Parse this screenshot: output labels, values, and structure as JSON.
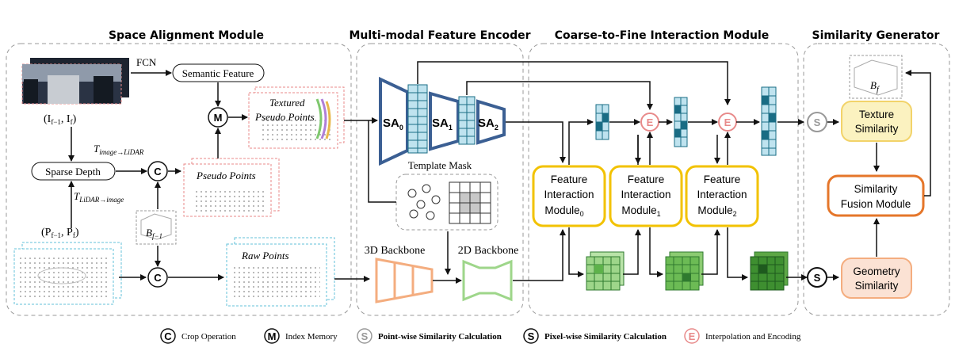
{
  "sections": {
    "space_alignment": "Space Alignment Module",
    "feature_encoder": "Multi-modal Feature Encoder",
    "interaction": "Coarse-to-Fine Interaction Module",
    "similarity": "Similarity Generator"
  },
  "space": {
    "fcn": "FCN",
    "semantic_feature": "Semantic Feature",
    "textured_line1": "Textured",
    "textured_line2": "Pseudo Points",
    "image_pair": "(I",
    "t_img_lidar": "T",
    "t_img_lidar_sub": "image→LiDAR",
    "t_lidar_img": "T",
    "t_lidar_img_sub": "LiDAR→image",
    "sparse_depth": "Sparse Depth",
    "pseudo_points": "Pseudo Points",
    "point_pair": "(P",
    "bf1": "B",
    "bf1_sub": "f−1",
    "raw_points": "Raw Points",
    "c": "C",
    "m": "M"
  },
  "encoder": {
    "sa0": "SA",
    "sa0_sub": "0",
    "sa1": "SA",
    "sa1_sub": "1",
    "sa2": "SA",
    "sa2_sub": "2",
    "template_mask": "Template Mask",
    "backbone3d": "3D Backbone",
    "backbone2d": "2D Backbone"
  },
  "interaction": {
    "fim_line1": "Feature",
    "fim_line2": "Interaction",
    "fim_line3": "Module",
    "fim_subs": [
      "0",
      "1",
      "2"
    ],
    "e": "E"
  },
  "similarity": {
    "bf": "B",
    "bf_sub": "f",
    "texture1": "Texture",
    "texture2": "Similarity",
    "fusion1": "Similarity",
    "fusion2": "Fusion Module",
    "geometry1": "Geometry",
    "geometry2": "Similarity",
    "s": "S"
  },
  "legend": {
    "crop": "Crop Operation",
    "index_memory": "Index Memory",
    "pointwise": "Point-wise Similarity Calculation",
    "pixelwise": "Pixel-wise Similarity Calculation",
    "interp": "Interpolation and Encoding"
  },
  "colors": {
    "blue_dark": "#3b5f93",
    "teal_dark": "#1a6c84",
    "teal_light": "#bfe3ef",
    "yellow": "#f2c200",
    "orange": "#e5762a",
    "pink": "#e88a8a",
    "green_dark": "#2f7a2f",
    "peach": "#f4ad7f",
    "lightgreen": "#9ed68a"
  }
}
